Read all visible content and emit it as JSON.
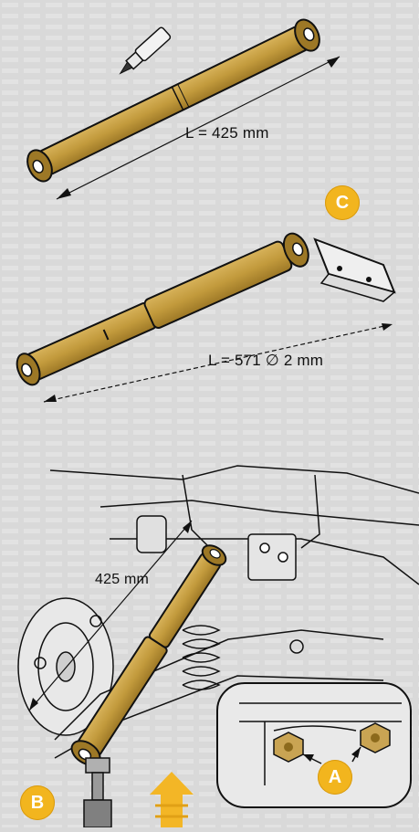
{
  "colors": {
    "background": "#d9d9d9",
    "shock_body": "#c29a3c",
    "shock_dark": "#8c6a1c",
    "outline": "#111111",
    "badge": "#f2b51e",
    "arrow": "#f3b626"
  },
  "top_shock": {
    "length_label": "L = 425 mm"
  },
  "middle_shock": {
    "length_label": "L = 571 ∅ 2 mm",
    "callout": "C"
  },
  "bottom_view": {
    "length_label": "425 mm",
    "callout_b": "B",
    "callout_a": "A"
  },
  "icons": [
    "marker-pen-icon",
    "bolt-icon",
    "up-arrow-icon"
  ]
}
